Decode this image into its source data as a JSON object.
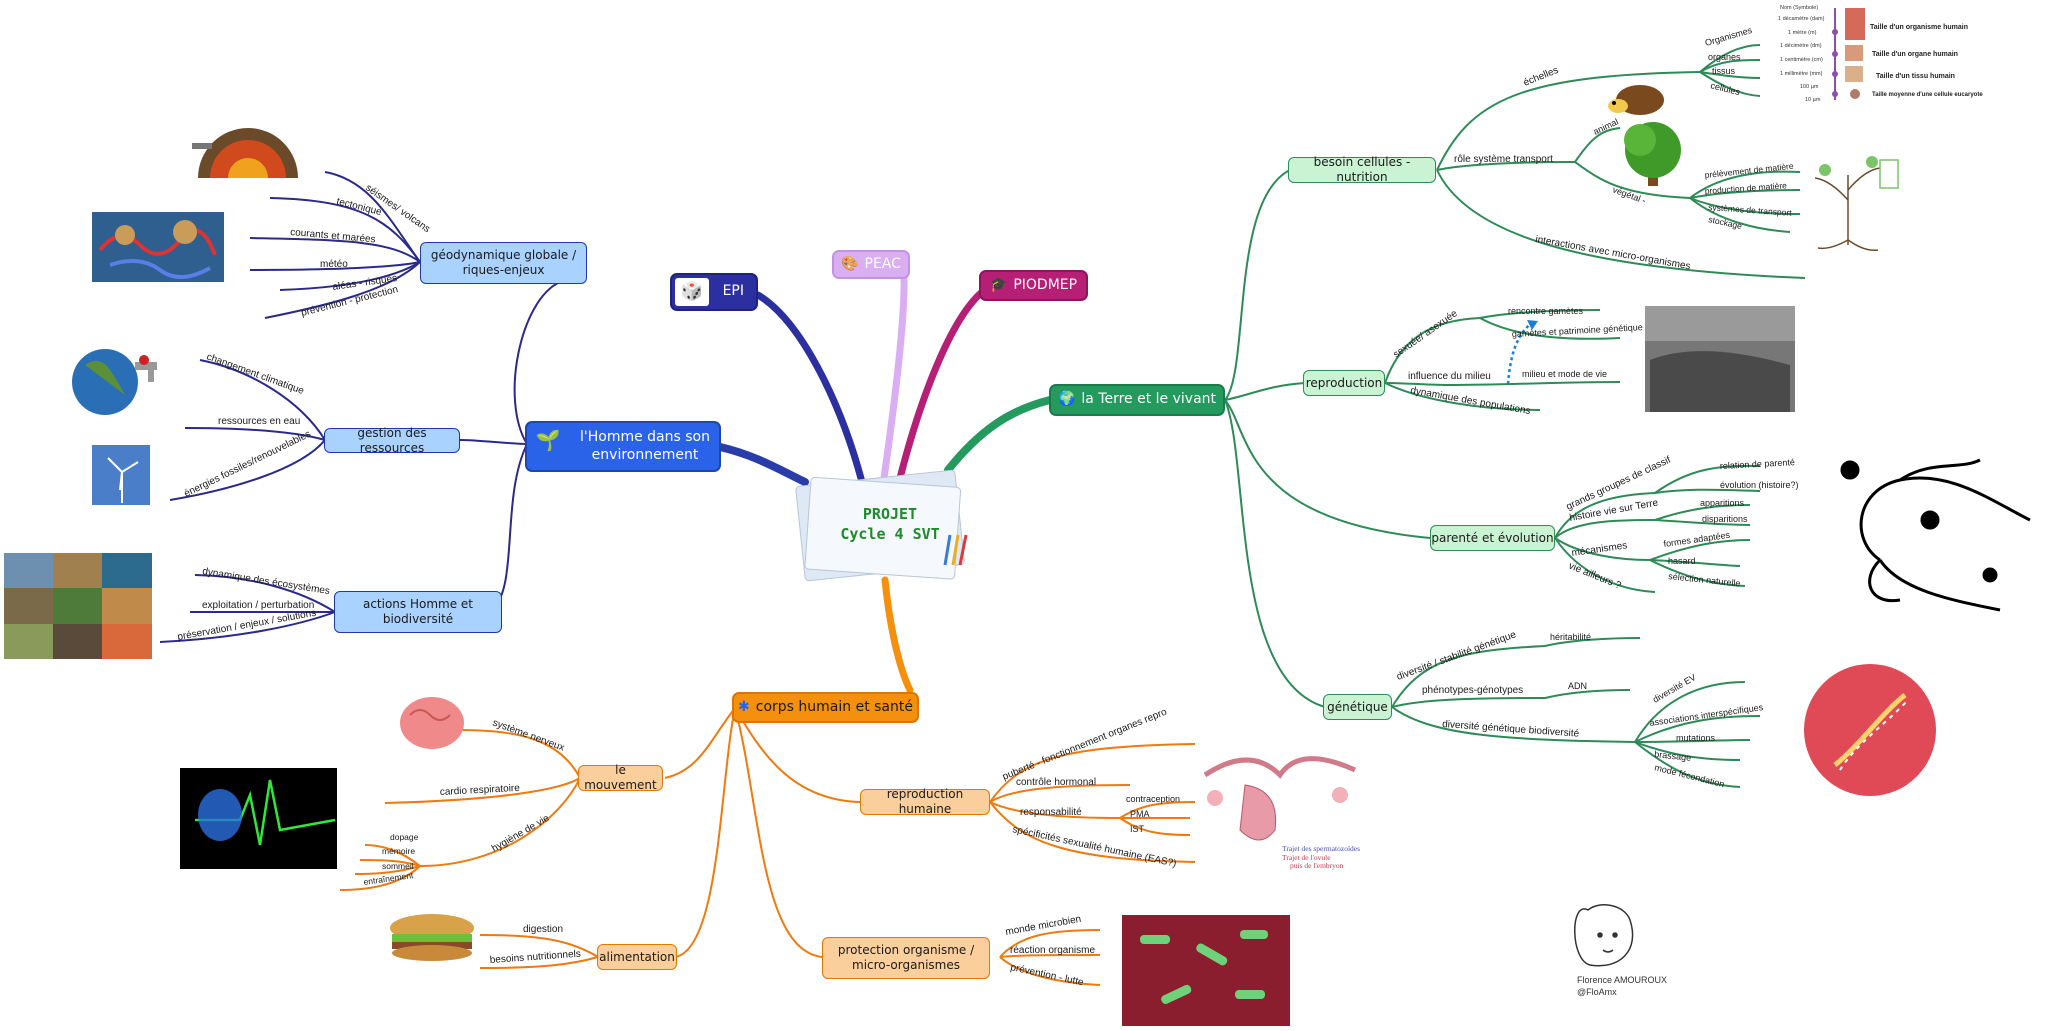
{
  "center": {
    "line1": "PROJET",
    "line2": "Cycle 4 SVT"
  },
  "topics": {
    "epi": "EPI",
    "peac": "PEAC",
    "piodmep": "PIODMEP",
    "homme": "l'Homme dans son environnement",
    "terre": "la Terre et le vivant",
    "corps": "corps humain et santé"
  },
  "homme": {
    "geodynamique": {
      "label": "géodynamique globale / riques-enjeux",
      "leaves": [
        "séismes/ volcans",
        "tectonique",
        "courants et marées",
        "météo",
        "aléas - risques",
        "prévention - protection"
      ]
    },
    "ressources": {
      "label": "gestion des ressources",
      "leaves": [
        "changement climatique",
        "ressources en eau",
        "énergies fossiles/renouvelables"
      ]
    },
    "biodiversite": {
      "label": "actions Homme et biodiversité",
      "leaves": [
        "dynamique des écosystèmes",
        "exploitation / perturbation",
        "préservation / enjeux / solutions"
      ]
    }
  },
  "terre": {
    "nutrition": {
      "label": "besoin cellules - nutrition",
      "echelles": "échelles",
      "echelles_leaves": [
        "Organismes",
        "organes",
        "tissus",
        "cellules"
      ],
      "transport": "rôle système transport",
      "animal": "animal",
      "vegetal": "végétal -",
      "vegetal_leaves": [
        "prélèvement de matière",
        "production de matière",
        "systèmes de transport",
        "stockage"
      ],
      "interactions": "interactions avec micro-organismes",
      "scale_labels": [
        "Nom (Symbole)",
        "1 décamètre (dam)",
        "1 mètre (m)",
        "1 décimètre (dm)",
        "1 centimètre (cm)",
        "1 millimètre (mm)",
        "100 µm",
        "10 µm"
      ],
      "scale_captions": [
        "Taille d'un organisme humain",
        "Taille d'un organe humain",
        "Taille d'un tissu humain",
        "Taille moyenne d'une cellule eucaryote"
      ]
    },
    "reproduction": {
      "label": "reproduction",
      "sexuee": "sexuée/ asexuée",
      "sexuee_leaves": [
        "rencontre gamètes",
        "gamètes et patrimoine génétique"
      ],
      "milieu": "influence du milieu",
      "milieu_leaf": "milieu et mode de vie",
      "dynamique": "dynamique des populations"
    },
    "parente": {
      "label": "parenté et évolution",
      "groupes": "grands groupes de classif",
      "groupes_leaves": [
        "relation de parenté",
        "évolution (histoire?)"
      ],
      "histoire": "histoire vie sur Terre",
      "histoire_leaves": [
        "apparitions",
        "disparitions"
      ],
      "mecanismes": "mécanismes",
      "mecanismes_leaves": [
        "formes adaptées",
        "hasard",
        "sélection naturelle"
      ],
      "ailleurs": "vie ailleurs ?"
    },
    "genetique": {
      "label": "génétique",
      "stabilite": "diversité / stabilité génétique",
      "stabilite_leaf": "héritabilité",
      "phenotypes": "phénotypes-génotypes",
      "phenotypes_leaf": "ADN",
      "biodiv": "diversité génétique biodiversité",
      "biodiv_leaves": [
        "diversité EV",
        "associations interspécifiques",
        "mutations",
        "brassage",
        "mode fécondation"
      ]
    }
  },
  "corps": {
    "mouvement": {
      "label": "le mouvement",
      "leaves": [
        "système nerveux",
        "cardio respiratoire",
        "hygiène de vie"
      ],
      "hygiene_leaves": [
        "dopage",
        "mémoire",
        "sommeil",
        "entraînement"
      ]
    },
    "alimentation": {
      "label": "alimentation",
      "leaves": [
        "digestion",
        "besoins nutritionnels"
      ]
    },
    "repro": {
      "label": "reproduction humaine",
      "leaves": [
        "puberté - fonctionnement organes repro",
        "contrôle hormonal",
        "responsabilité",
        "spécificités sexualité humaine (EAS?)"
      ],
      "resp_leaves": [
        "contraception",
        "PMA",
        "IST"
      ],
      "uterus_legend": [
        "Trajet des spermatozoïdes",
        "Trajet de l'ovule",
        "puis de l'embryon"
      ]
    },
    "protection": {
      "label": "protection organisme / micro-organismes",
      "leaves": [
        "monde microbien",
        "réaction organisme",
        "prévention - lutte"
      ]
    }
  },
  "author": {
    "name": "Florence AMOUROUX",
    "handle": "@FloAmx"
  },
  "colors": {
    "blue": "#2a62e8",
    "blue_line": "#2a2a8a",
    "green": "#259a5e",
    "green_line": "#2e8b57",
    "orange": "#f5900f",
    "orange_line": "#ee7a10",
    "epi": "#2c2f9f",
    "peac": "#d9aef2",
    "piodmep": "#b51f76"
  }
}
